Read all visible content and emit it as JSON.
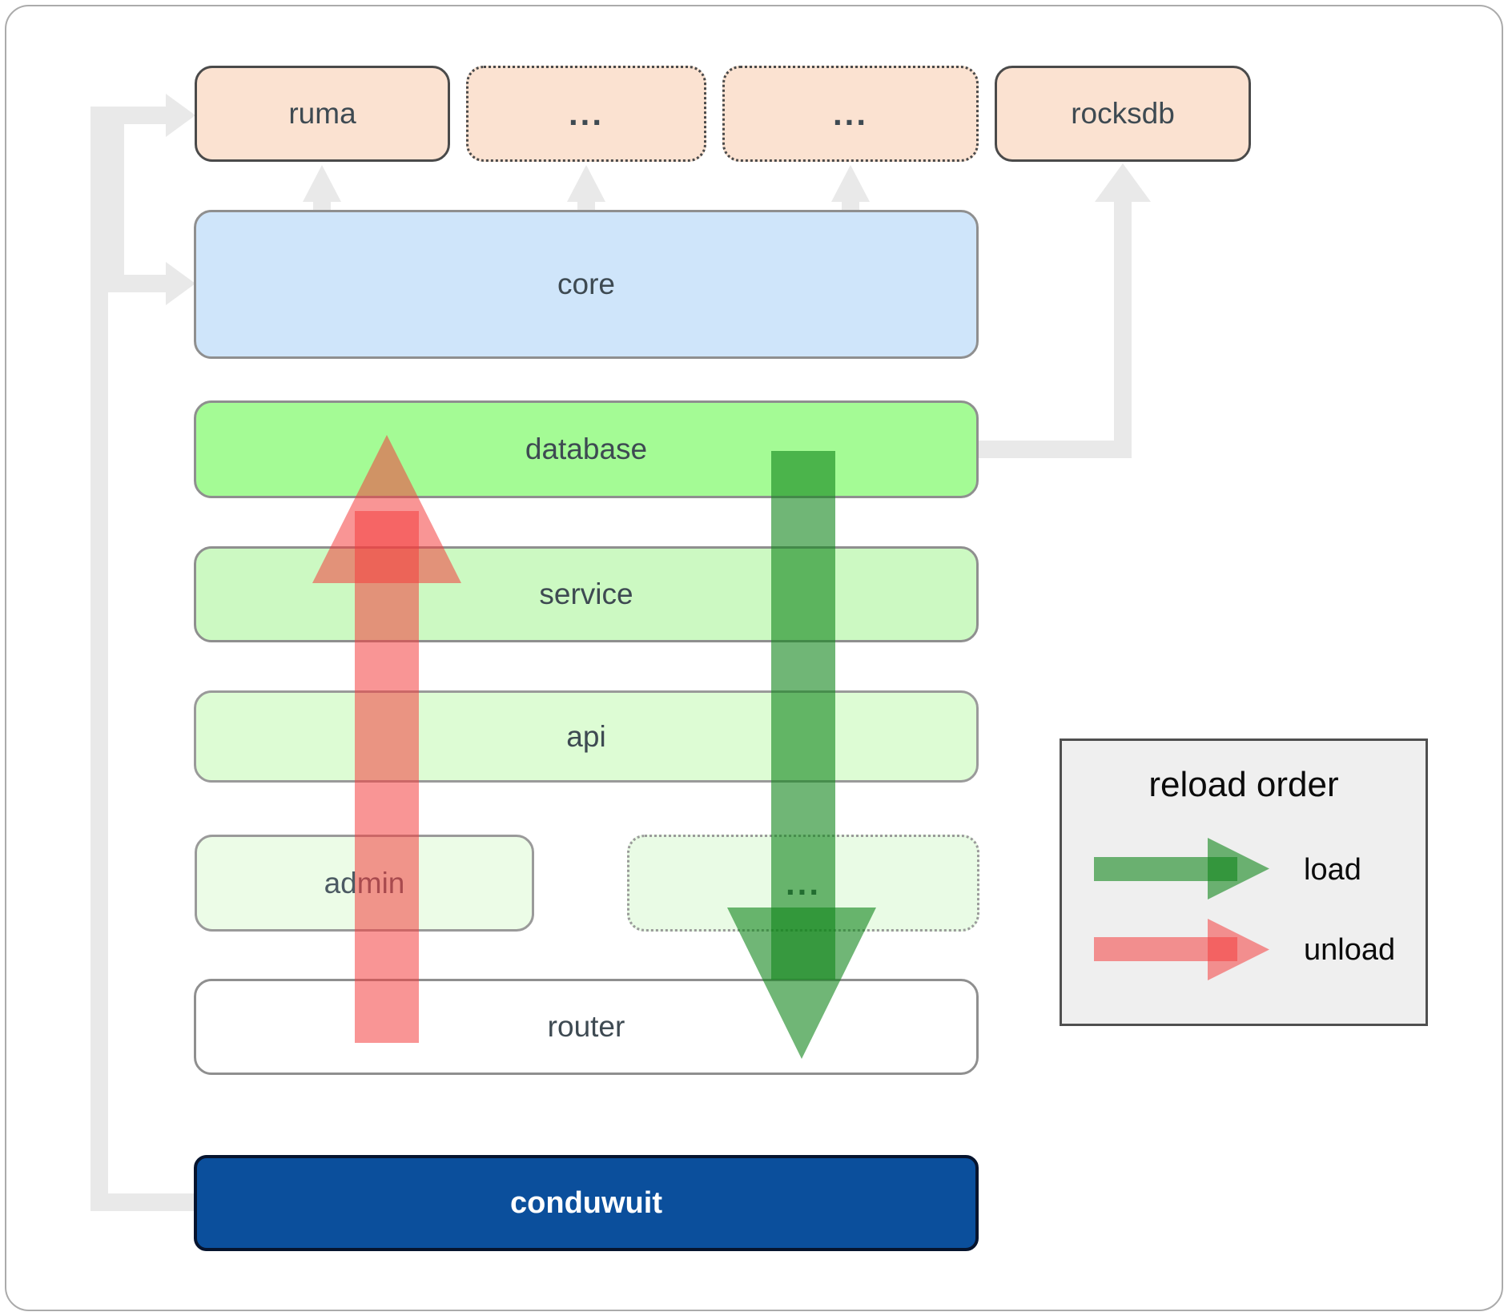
{
  "diagram": {
    "top_row": [
      {
        "label": "ruma",
        "style": "solid"
      },
      {
        "label": "...",
        "style": "dotted"
      },
      {
        "label": "...",
        "style": "dotted"
      },
      {
        "label": "rocksdb",
        "style": "solid"
      }
    ],
    "layers": {
      "core": {
        "label": "core"
      },
      "database": {
        "label": "database"
      },
      "service": {
        "label": "service"
      },
      "api": {
        "label": "api"
      },
      "admin": {
        "label": "admin"
      },
      "admin_ellipsis": {
        "label": "..."
      },
      "router": {
        "label": "router"
      },
      "conduwuit": {
        "label": "conduwuit"
      }
    }
  },
  "legend": {
    "title": "reload order",
    "items": [
      {
        "label": "load",
        "color": "green"
      },
      {
        "label": "unload",
        "color": "red"
      }
    ]
  },
  "colors": {
    "frame_border": "#ababab",
    "connector_gray": "#e9e9e9",
    "peach_fill": "#fbe2d1",
    "dark_border": "#4a4a4a",
    "gray_border": "#8f8f8f",
    "light_border": "#9a9a9a",
    "core_blue": "#cfe5fa",
    "database_green": "#a4fb95",
    "service_green": "#ccf9c2",
    "api_green": "#ddfcd4",
    "admin_green": "#ecfce7",
    "ellipsis_green": "#e9fbe5",
    "router_white": "#ffffff",
    "conduwuit_navy": "#0b4f9c",
    "conduwuit_border": "#06142e",
    "label_text": "#3e4a52",
    "legend_bg": "#efefef",
    "legend_border": "#4f4f4f",
    "legend_text": "#0b0b0b",
    "load_green": "rgba(16,134,26,0.6)",
    "unload_red": "rgba(244,62,62,0.55)"
  }
}
